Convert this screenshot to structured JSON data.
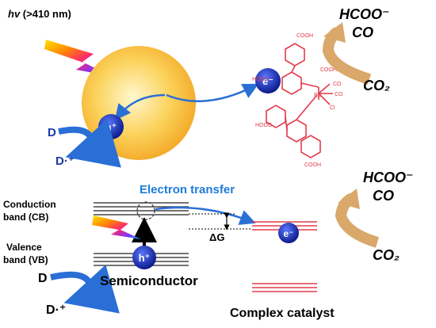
{
  "top": {
    "light": {
      "prefix": "hv",
      "range": "(>410 nm)"
    },
    "electron": "e⁻",
    "hole": "h⁺",
    "donor": "D",
    "donor_oxidized": "D·⁺",
    "product_formate": "HCOO⁻",
    "product_co": "CO",
    "reactant": "CO₂",
    "complex": {
      "cooh_labels": [
        "COOH",
        "HOOC",
        "COOH",
        "HOOC",
        "COOH"
      ],
      "metal": "Ru",
      "ligands": [
        "CO",
        "CO",
        "Cl"
      ]
    }
  },
  "bottom": {
    "electron_transfer": "Electron transfer",
    "conduction_band": [
      "Conduction",
      "band (CB)"
    ],
    "valence_band": [
      "Valence",
      "band (VB)"
    ],
    "semiconductor": "Semiconductor",
    "complex_catalyst": "Complex catalyst",
    "delta_g": "ΔG",
    "electron": "e⁻",
    "hole": "h⁺",
    "donor": "D",
    "donor_oxidized": "D·⁺",
    "product_formate": "HCOO⁻",
    "product_co": "CO",
    "reactant": "CO₂"
  },
  "colors": {
    "sphere": "#f7b733",
    "electron_ball": "#1a2fa8",
    "arrow_blue": "#2a6fd6",
    "complex_red": "#e23b4a",
    "tan_arrow": "#d9a86a",
    "transfer_text": "#1e7bd9"
  },
  "icons": [
    "lightning-bolt-icon",
    "curved-arrow-icon"
  ]
}
